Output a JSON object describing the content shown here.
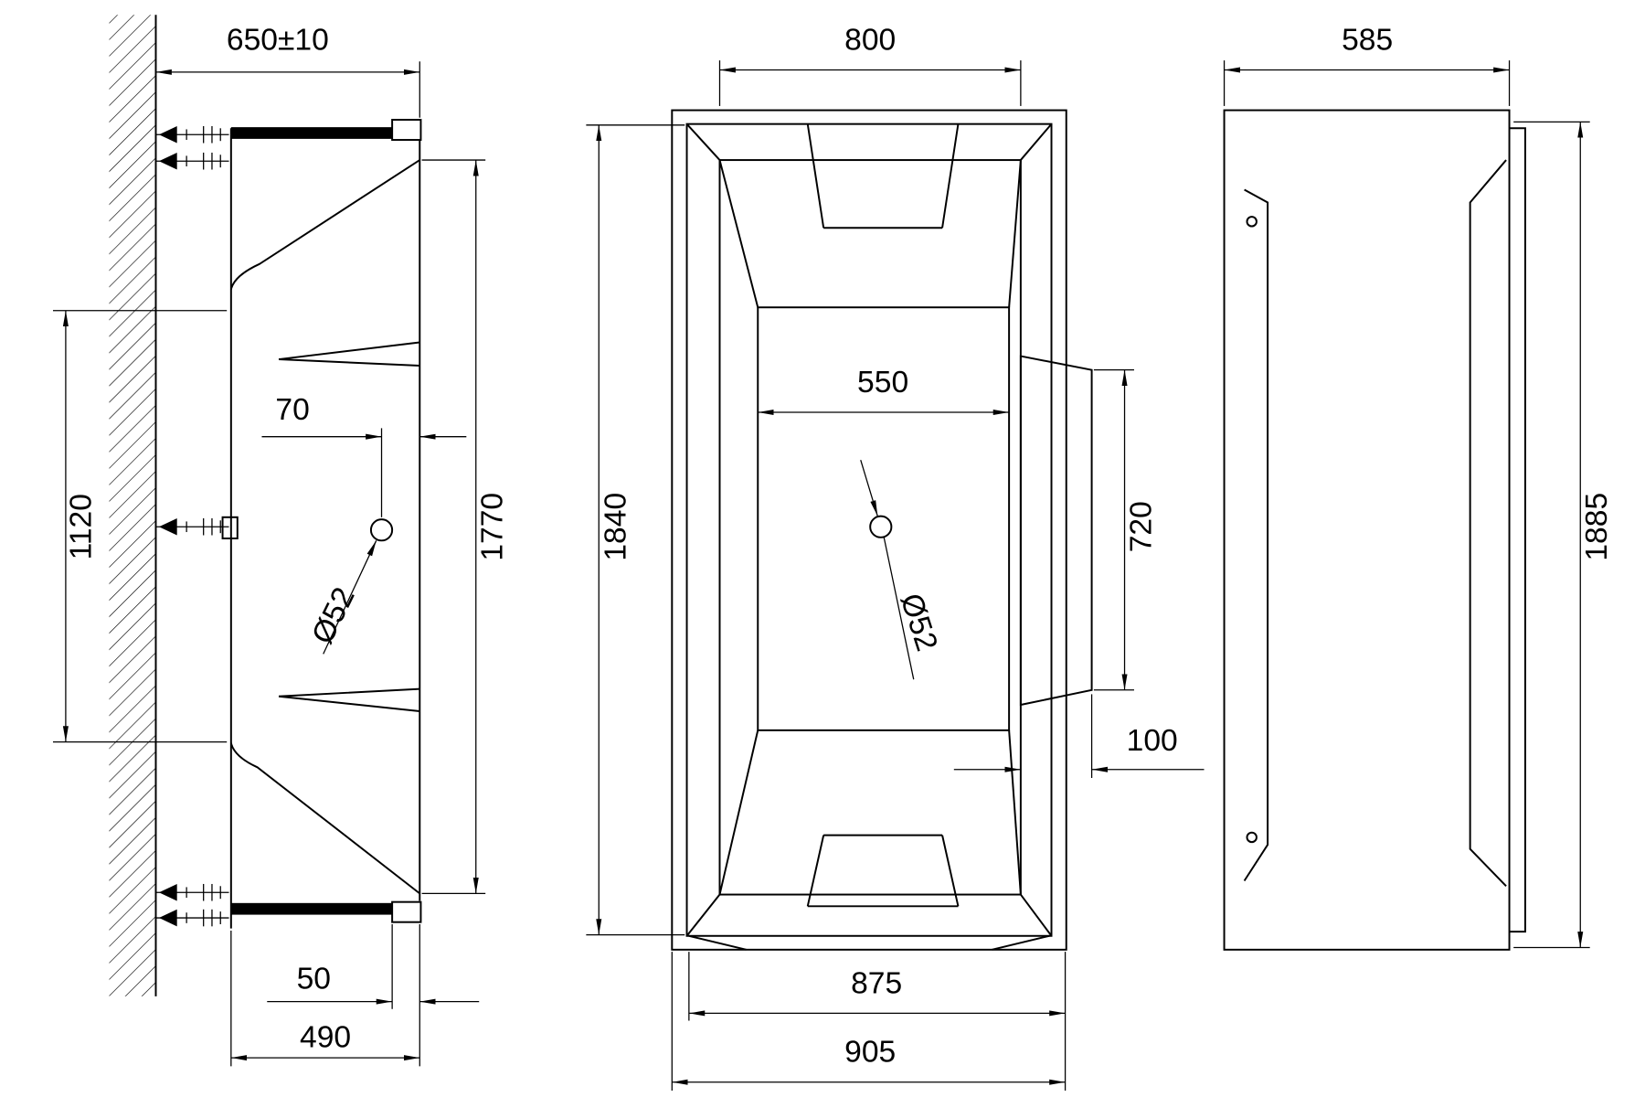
{
  "colors": {
    "line": "#000000",
    "background": "#ffffff"
  },
  "views": {
    "side": {
      "dims": {
        "overall_depth": "650±10",
        "wall_opening_height": "1120",
        "inner_length": "1770",
        "drain_offset": "70",
        "drain_diameter": "Ø52",
        "rim_lip": "50",
        "base_depth": "490"
      }
    },
    "plan": {
      "dims": {
        "top_opening_width": "800",
        "shell_length": "1840",
        "floor_width": "550",
        "drain_diameter": "Ø52",
        "side_panel_length": "720",
        "side_panel_depth": "100",
        "base_length": "875",
        "overall_length": "905"
      }
    },
    "rear": {
      "dims": {
        "overall_width": "585",
        "overall_height": "1885"
      }
    }
  }
}
